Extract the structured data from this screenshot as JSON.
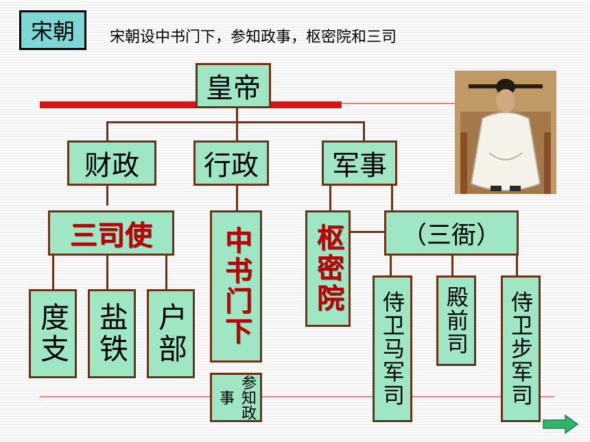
{
  "header": {
    "tag": "宋朝",
    "subtitle": "宋朝设中书门下，参知政事，枢密院和三司"
  },
  "diagram": {
    "emperor": "皇帝",
    "finance": "财政",
    "administration": "行政",
    "military": "军事",
    "three_offices_envoy": "三司使",
    "secretariat": "中书门下",
    "privy_council": "枢密院",
    "three_commands": "（三衙）",
    "duzhi": "度支",
    "yantie": "盐铁",
    "hubu": "户部",
    "canzhi_zhengshi": "参知政事",
    "cavalry_guard": "侍卫马军司",
    "palace_command": "殿前司",
    "infantry_guard": "侍卫步军司"
  },
  "colors": {
    "box_fill": "#9ee6c4",
    "box_border": "#6a3317",
    "emphasis_text": "#c00000",
    "red_bar": "#d41717",
    "tag_fill": "#7fd7d5"
  },
  "icons": {
    "portrait": "emperor-portrait",
    "next": "next-arrow-icon"
  }
}
